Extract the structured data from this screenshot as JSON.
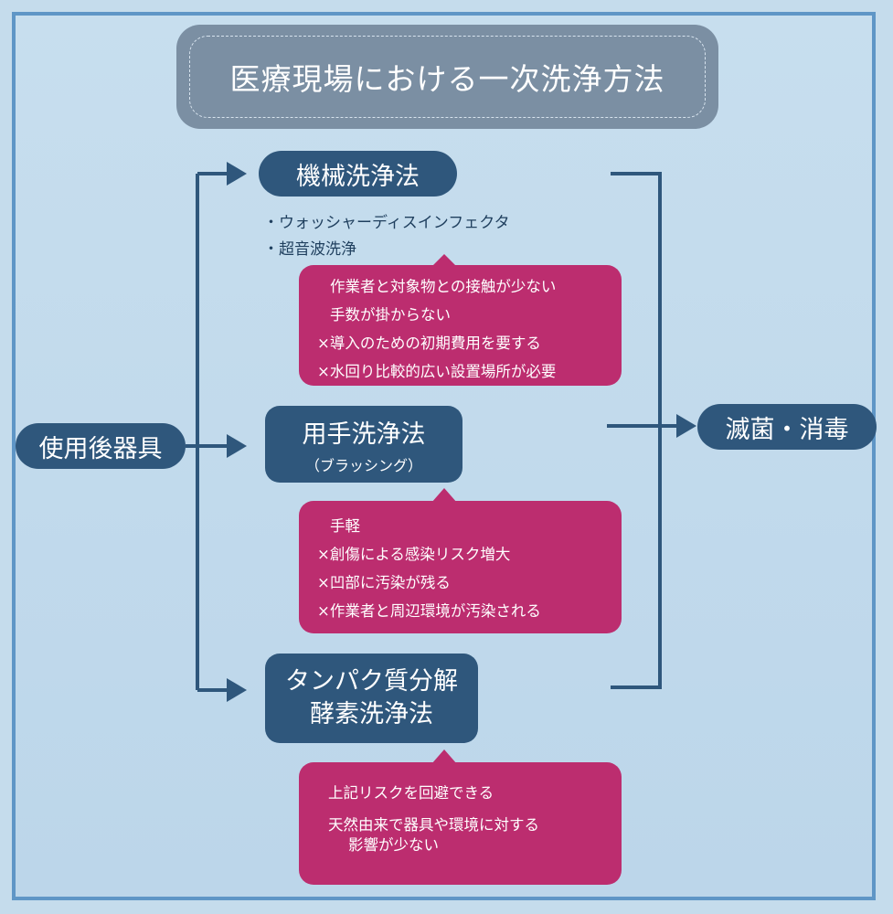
{
  "title": "医療現場における一次洗浄方法",
  "start": "使用後器具",
  "end": "滅菌・消毒",
  "methods": [
    {
      "name": "機械洗浄法",
      "examples": [
        "・ウォッシャーディスインフェクタ",
        "・超音波洗浄"
      ],
      "notes": [
        "作業者と対象物との接触が少ない",
        "手数が掛からない",
        "×導入のための初期費用を要する",
        "×水回り比較的広い設置場所が必要"
      ]
    },
    {
      "name": "用手洗浄法",
      "subtitle": "（ブラッシング）",
      "notes": [
        "手軽",
        "×創傷による感染リスク増大",
        "×凹部に汚染が残る",
        "×作業者と周辺環境が汚染される"
      ]
    },
    {
      "name_line1": "タンパク質分解",
      "name_line2": "酵素洗浄法",
      "notes": [
        "上記リスクを回避できる",
        "天然由来で器具や環境に対する",
        "影響が少ない"
      ]
    }
  ],
  "colors": {
    "background": "#c5dcec",
    "frame": "#5f96c6",
    "title_box": "#7b8fa3",
    "node": "#2f577c",
    "note": "#bc2d6f",
    "connector": "#2f577c"
  }
}
